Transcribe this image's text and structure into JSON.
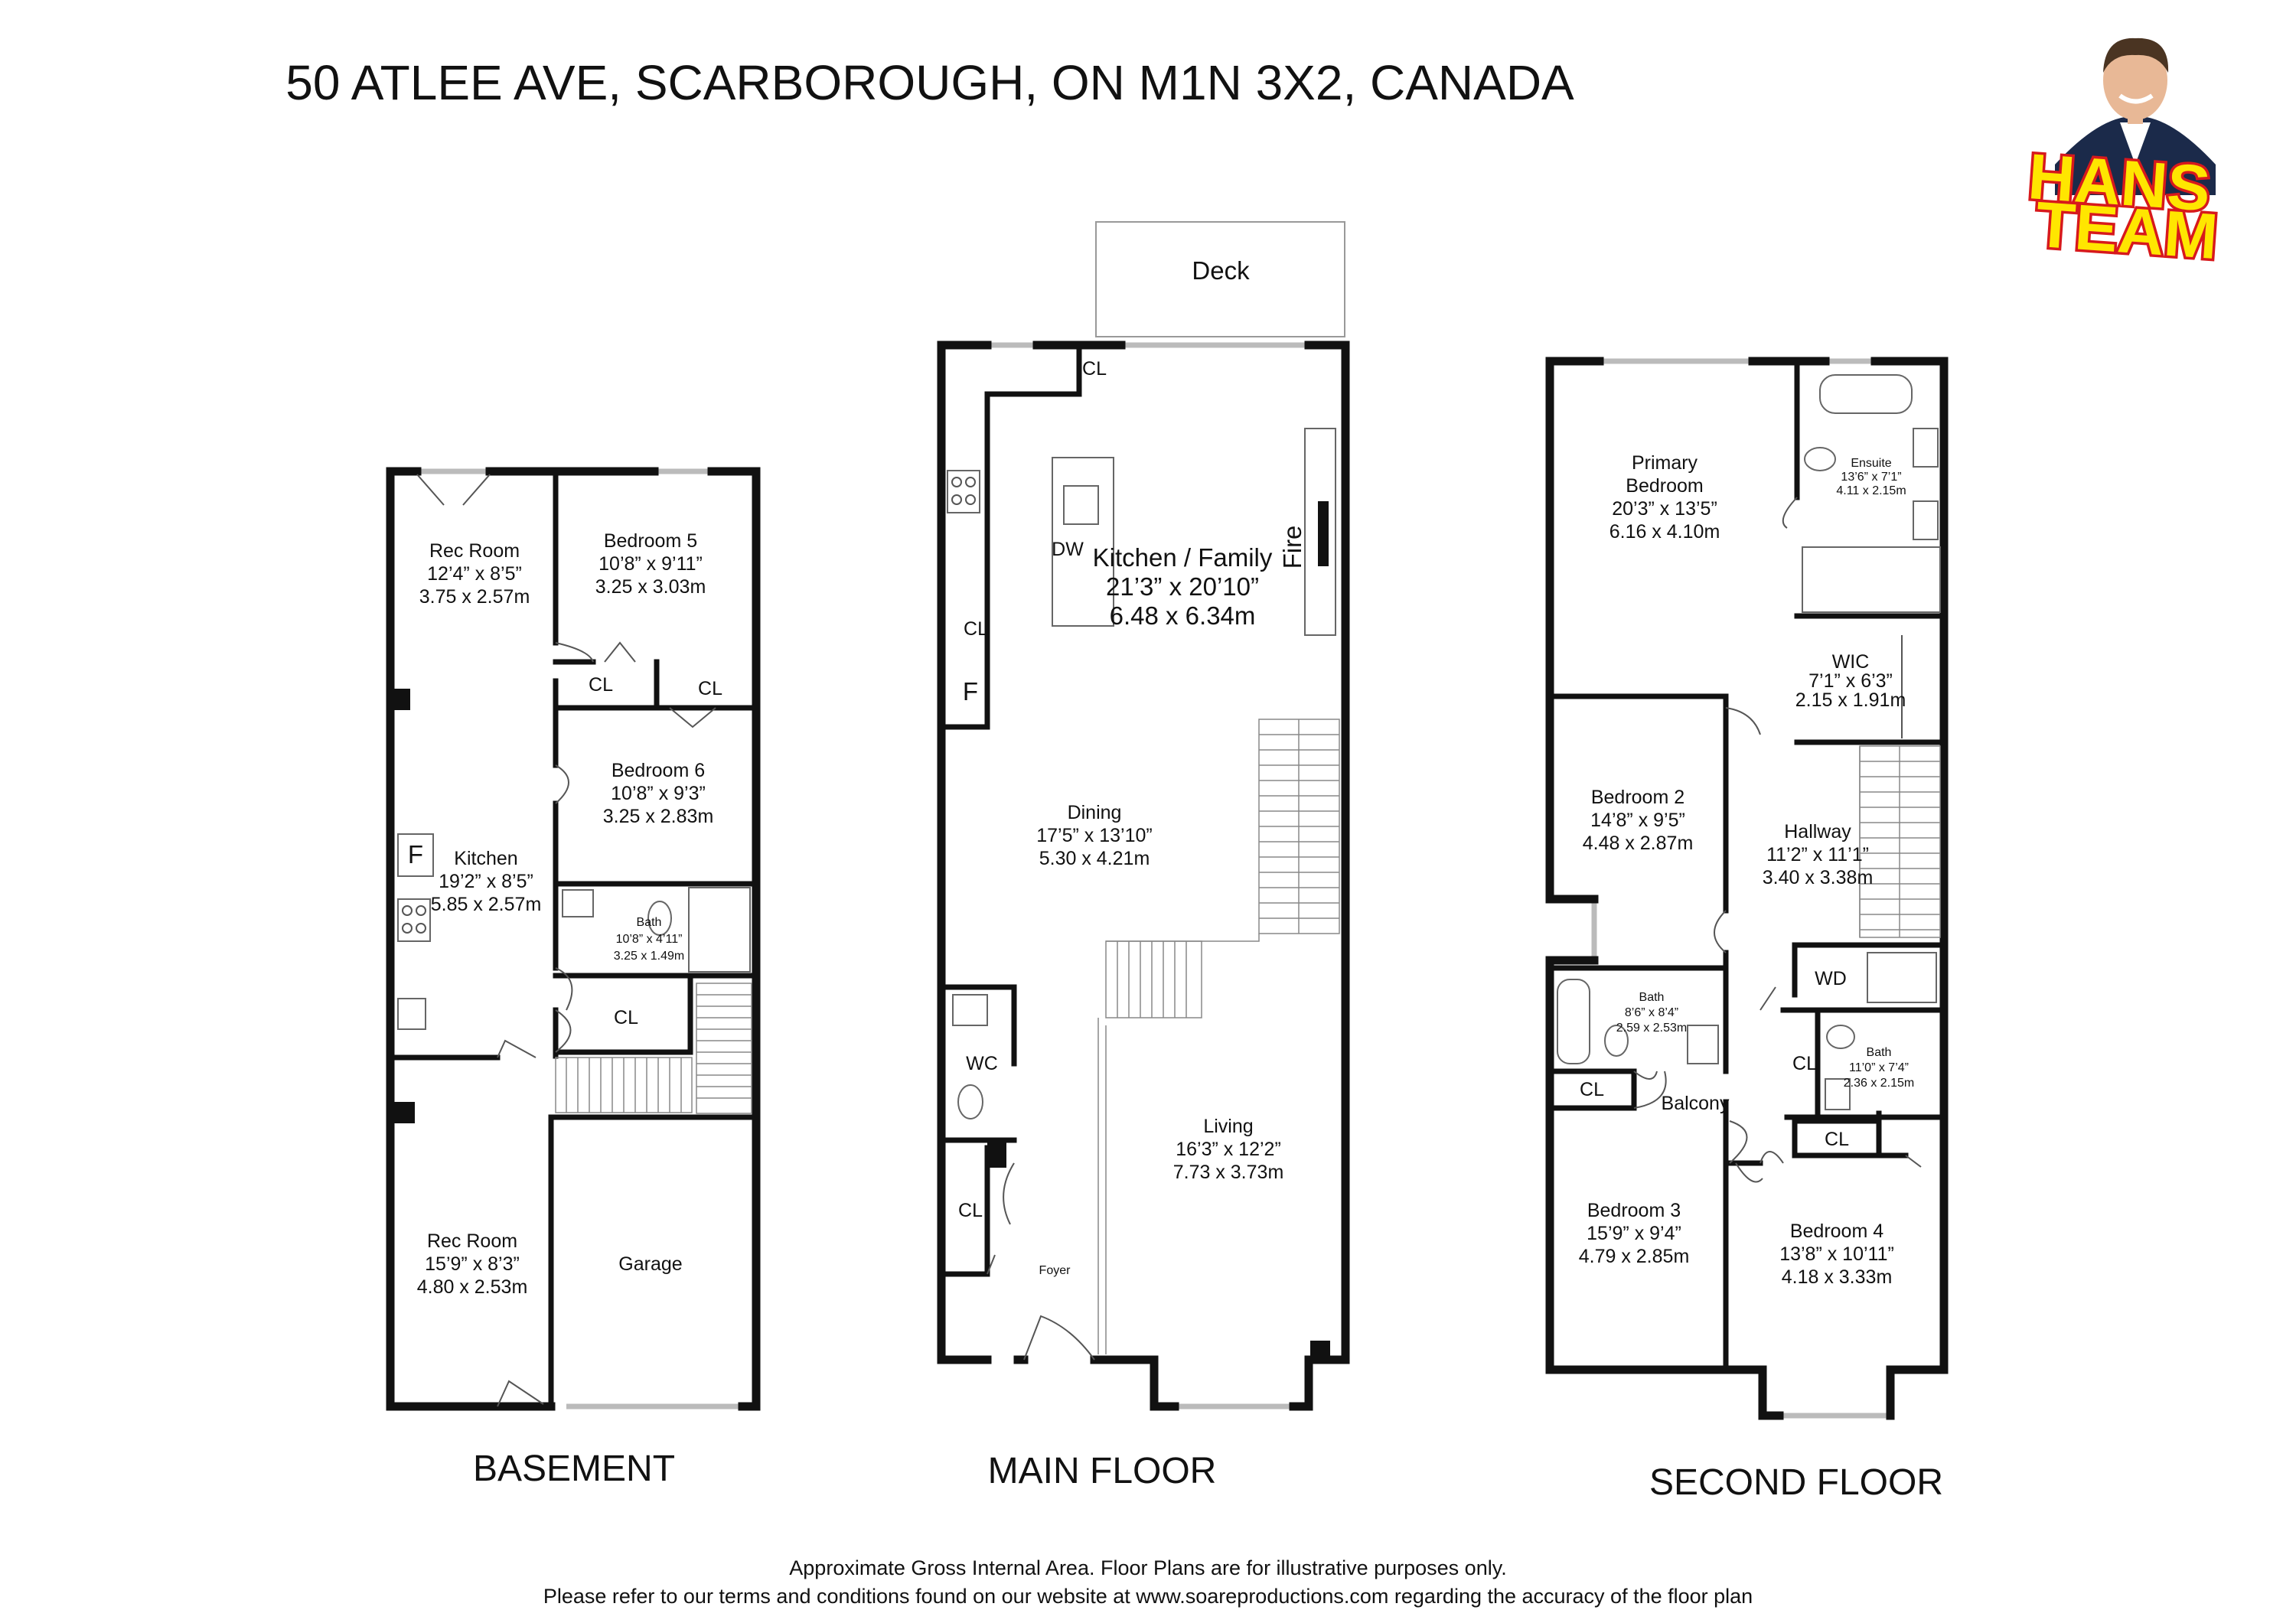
{
  "title": "50 ATLEE AVE, SCARBOROUGH, ON M1N 3X2, CANADA",
  "floors": {
    "basement": {
      "label": "BASEMENT",
      "rooms": {
        "rec_room_1": [
          "Rec Room",
          "12’4” x 8’5”",
          "3.75 x 2.57m"
        ],
        "bedroom_5": [
          "Bedroom 5",
          "10’8” x 9’11”",
          "3.25 x 3.03m"
        ],
        "bedroom_6": [
          "Bedroom 6",
          "10’8” x 9’3”",
          "3.25 x 2.83m"
        ],
        "kitchen": [
          "Kitchen",
          "19’2” x 8’5”",
          "5.85 x 2.57m"
        ],
        "bath": [
          "Bath",
          "10’8” x 4’11”",
          "3.25 x 1.49m"
        ],
        "rec_room_2": [
          "Rec Room",
          "15’9” x 8’3”",
          "4.80 x 2.53m"
        ],
        "garage": "Garage",
        "cl_1": "CL",
        "cl_2": "CL",
        "cl_3": "CL",
        "f": "F"
      }
    },
    "main": {
      "label": "MAIN FLOOR",
      "rooms": {
        "deck": "Deck",
        "kitchen_family": [
          "Kitchen / Family",
          "21’3” x 20’10”",
          "6.48 x 6.34m"
        ],
        "dining": [
          "Dining",
          "17’5” x 13’10”",
          "5.30 x 4.21m"
        ],
        "living": [
          "Living",
          "16’3” x 12’2”",
          "7.73 x 3.73m"
        ],
        "wc": "WC",
        "foyer": "Foyer",
        "fire": "Fire",
        "dw": "DW",
        "cl_top": "CL",
        "cl_kitchen": "CL",
        "cl_foyer": "CL",
        "f": "F"
      }
    },
    "second": {
      "label": "SECOND FLOOR",
      "rooms": {
        "primary": [
          "Primary",
          "Bedroom",
          "20’3” x 13’5”",
          "6.16 x 4.10m"
        ],
        "ensuite": [
          "Ensuite",
          "13’6” x 7’1”",
          "4.11 x 2.15m"
        ],
        "wic": [
          "WIC",
          "7’1” x 6’3”",
          "2.15 x 1.91m"
        ],
        "bedroom_2": [
          "Bedroom 2",
          "14’8” x 9’5”",
          "4.48 x 2.87m"
        ],
        "hallway": [
          "Hallway",
          "11’2” x 11’1”",
          "3.40 x 3.38m"
        ],
        "bath_left": [
          "Bath",
          "8’6” x 8’4”",
          "2.59 x 2.53m"
        ],
        "bath_right": [
          "Bath",
          "11’0” x 7’4”",
          "2.36 x 2.15m"
        ],
        "wd": "WD",
        "cl_left": "CL",
        "cl_mid": "CL",
        "cl_right": "CL",
        "balcony": "Balcony",
        "bedroom_3": [
          "Bedroom 3",
          "15’9” x 9’4”",
          "4.79 x 2.85m"
        ],
        "bedroom_4": [
          "Bedroom 4",
          "13’8” x 10’11”",
          "4.18 x 3.33m"
        ]
      }
    }
  },
  "footer": {
    "line1": "Approximate Gross Internal Area. Floor Plans are for illustrative purposes only.",
    "line2": "Please refer to our terms and conditions found on our website at www.soareproductions.com regarding the accuracy of the floor plan"
  },
  "logo": {
    "line1": "HANS",
    "line2": "TEAM",
    "colors": {
      "fill": "#FFE600",
      "outline": "#D7191C",
      "suit": "#1B2A4A",
      "skin": "#E8B896"
    }
  }
}
